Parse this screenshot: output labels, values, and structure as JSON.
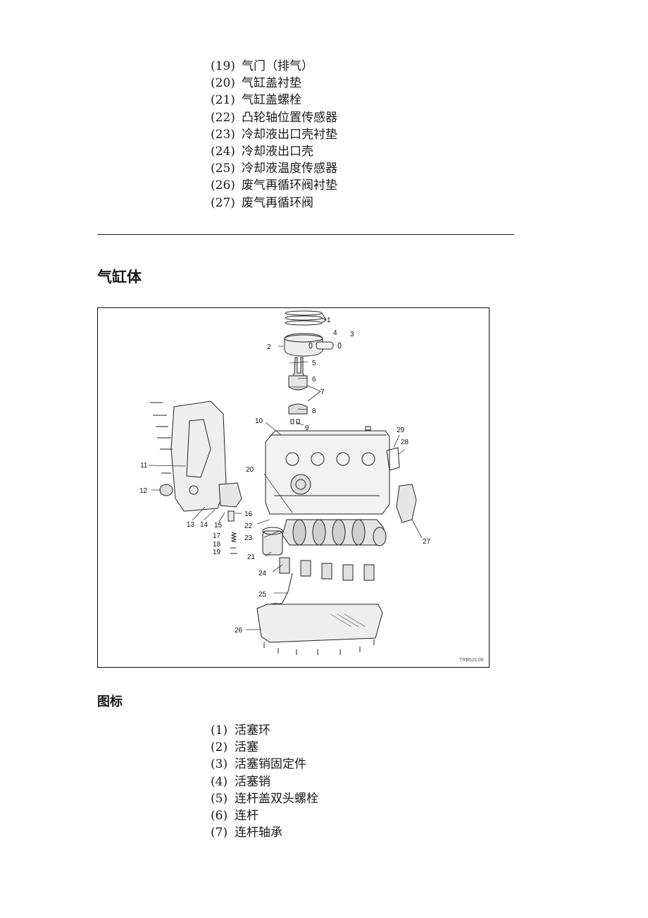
{
  "top_list": [
    {
      "num": "(19)",
      "text": "气门（排气）"
    },
    {
      "num": "(20)",
      "text": "气缸盖衬垫"
    },
    {
      "num": "(21)",
      "text": "气缸盖螺栓"
    },
    {
      "num": "(22)",
      "text": "凸轮轴位置传感器"
    },
    {
      "num": "(23)",
      "text": "冷却液出口壳衬垫"
    },
    {
      "num": "(24)",
      "text": "冷却液出口壳"
    },
    {
      "num": "(25)",
      "text": "冷却液温度传感器"
    },
    {
      "num": "(26)",
      "text": "废气再循环阀衬垫"
    },
    {
      "num": "(27)",
      "text": "废气再循环阀"
    }
  ],
  "section_title": "气缸体",
  "figure": {
    "callouts": [
      "1",
      "2",
      "3",
      "4",
      "5",
      "6",
      "7",
      "8",
      "9",
      "10",
      "11",
      "12",
      "13",
      "14",
      "15",
      "16",
      "17",
      "18",
      "19",
      "20",
      "21",
      "22",
      "23",
      "24",
      "25",
      "26",
      "27",
      "28",
      "29"
    ],
    "figure_code": "TRB52C09"
  },
  "legend_title": "图标",
  "legend_list": [
    {
      "num": "(1)",
      "text": "活塞环"
    },
    {
      "num": "(2)",
      "text": "活塞"
    },
    {
      "num": "(3)",
      "text": "活塞销固定件"
    },
    {
      "num": "(4)",
      "text": "活塞销"
    },
    {
      "num": "(5)",
      "text": "连杆盖双头螺栓"
    },
    {
      "num": "(6)",
      "text": "连杆"
    },
    {
      "num": "(7)",
      "text": "连杆轴承"
    }
  ]
}
